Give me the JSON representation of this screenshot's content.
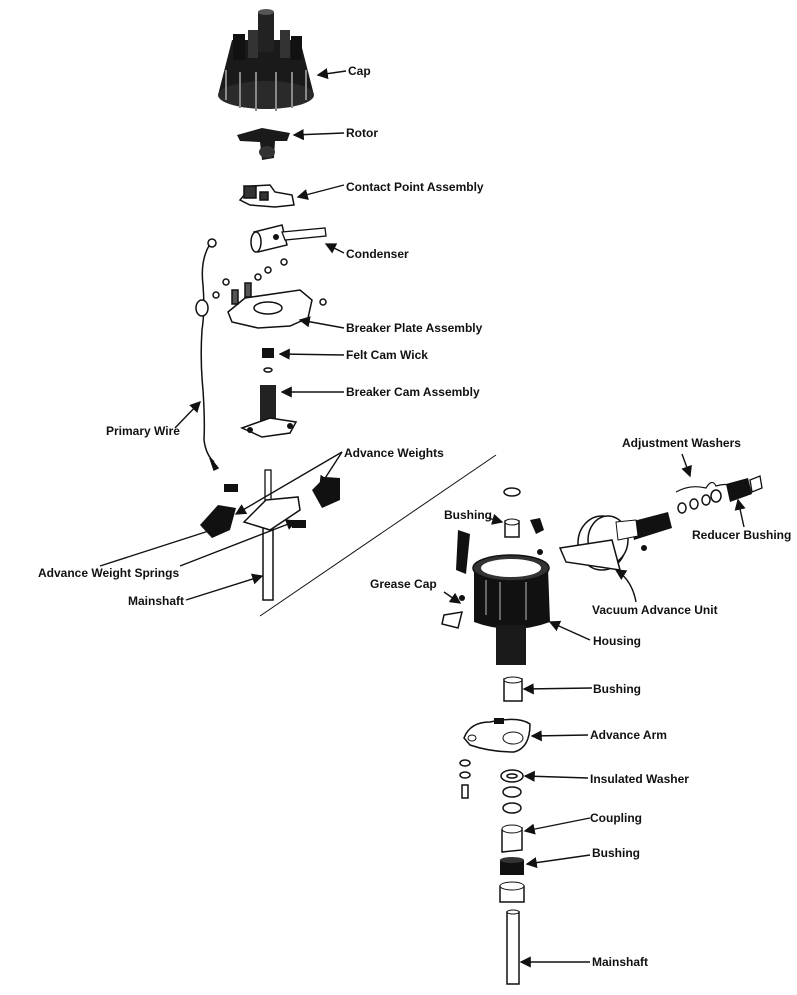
{
  "labels": {
    "cap": "Cap",
    "rotor": "Rotor",
    "contact_point_assembly": "Contact Point Assembly",
    "condenser": "Condenser",
    "breaker_plate_assembly": "Breaker Plate Assembly",
    "felt_cam_wick": "Felt Cam Wick",
    "breaker_cam_assembly": "Breaker Cam Assembly",
    "primary_wire": "Primary Wire",
    "advance_weights": "Advance Weights",
    "advance_weight_springs": "Advance Weight Springs",
    "mainshaft_upper": "Mainshaft",
    "adjustment_washers": "Adjustment Washers",
    "reducer_bushing": "Reducer Bushing",
    "bushing_upper": "Bushing",
    "vacuum_advance_unit": "Vacuum Advance Unit",
    "grease_cap": "Grease Cap",
    "housing": "Housing",
    "bushing_middle": "Bushing",
    "advance_arm": "Advance Arm",
    "insulated_washer": "Insulated Washer",
    "coupling": "Coupling",
    "bushing_lower": "Bushing",
    "mainshaft_lower": "Mainshaft"
  }
}
